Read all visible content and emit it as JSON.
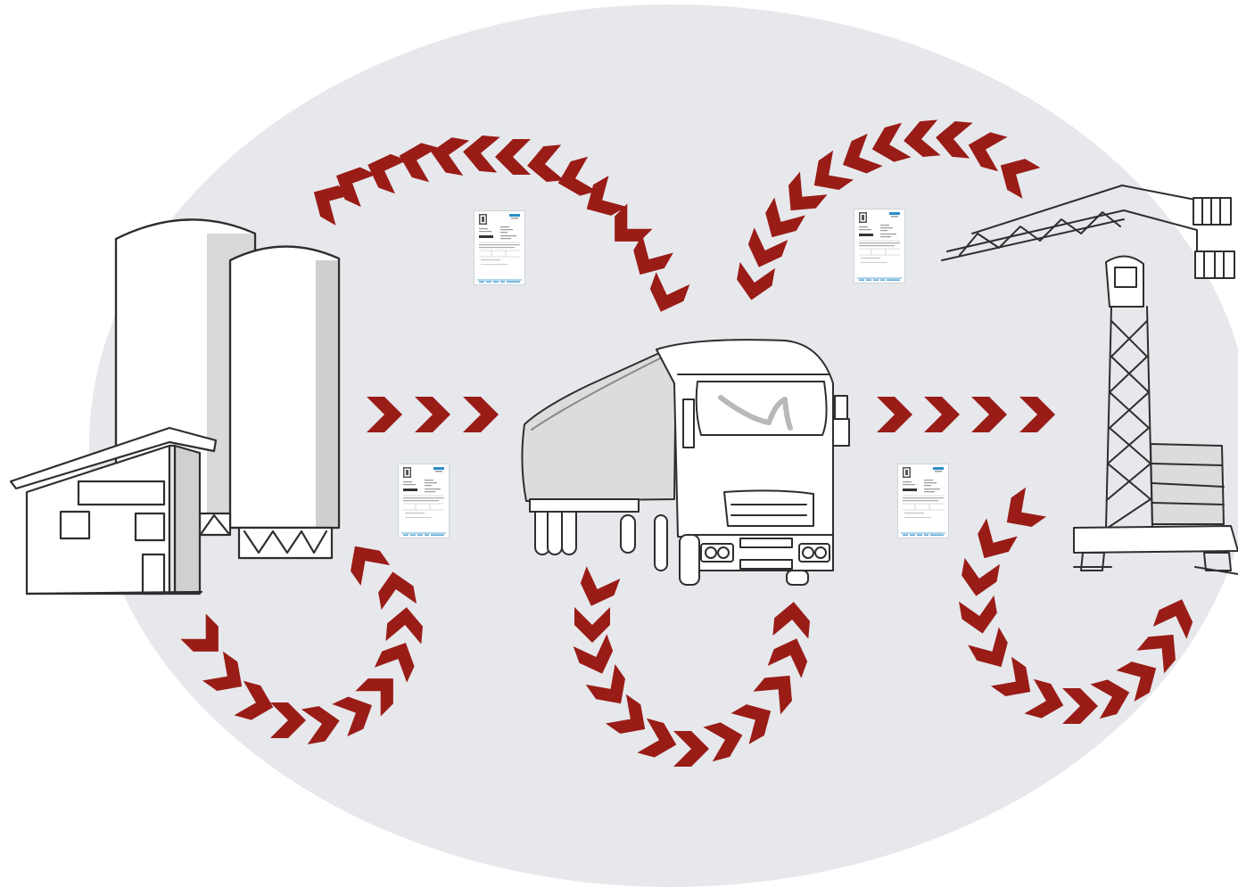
{
  "background": {
    "color": "#e6e8ec"
  },
  "colors": {
    "chevron": "#9a1c17",
    "sketch": "#2e2e2e",
    "fill_gray": "#d9d9d9",
    "doc_accent": "#2a8fc7"
  },
  "nodes": [
    {
      "id": "plant",
      "icon": "concrete-plant-silos-icon"
    },
    {
      "id": "truck",
      "icon": "mixer-truck-icon"
    },
    {
      "id": "site",
      "icon": "tower-crane-site-icon"
    }
  ],
  "documents": [
    {
      "id": "doc-top-left",
      "icon": "delivery-ticket-document-icon"
    },
    {
      "id": "doc-top-right",
      "icon": "delivery-ticket-document-icon"
    },
    {
      "id": "doc-mid-left",
      "icon": "delivery-ticket-document-icon"
    },
    {
      "id": "doc-mid-right",
      "icon": "delivery-ticket-document-icon"
    }
  ],
  "flows": [
    {
      "id": "plant-to-truck",
      "direction": "forward"
    },
    {
      "id": "truck-to-site",
      "direction": "forward"
    },
    {
      "id": "truck-to-plant-arc",
      "direction": "return"
    },
    {
      "id": "site-to-truck-arc",
      "direction": "return"
    },
    {
      "id": "plant-loop",
      "direction": "cycle"
    },
    {
      "id": "truck-loop",
      "direction": "cycle"
    },
    {
      "id": "site-loop",
      "direction": "cycle"
    }
  ]
}
